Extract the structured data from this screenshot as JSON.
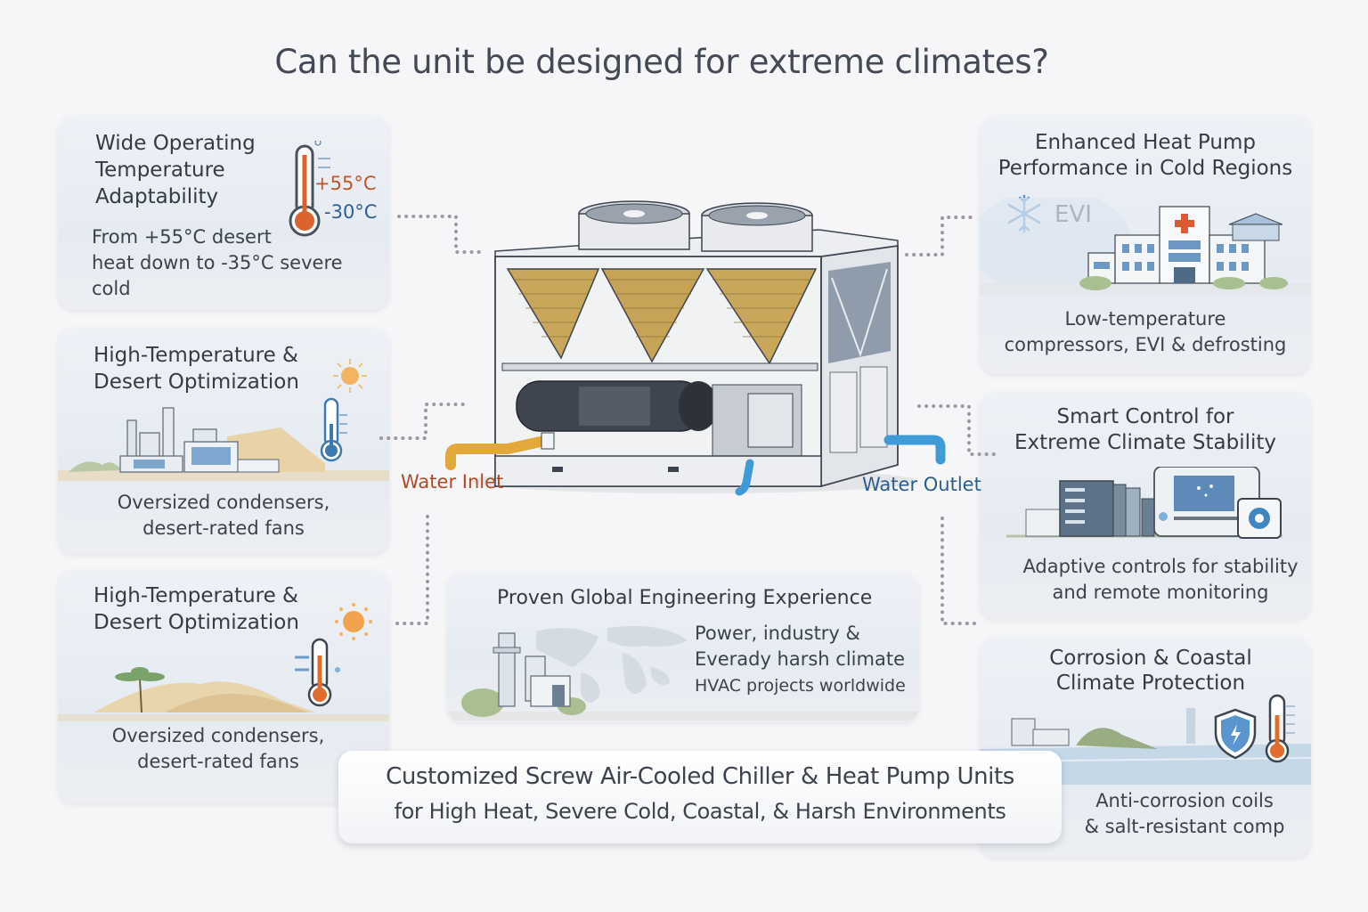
{
  "title": "Can the unit be designed for extreme climates?",
  "cards": {
    "wide_temp": {
      "heading": "Wide Operating Temperature Adaptability",
      "heading_lines": [
        "Wide Operating",
        "Temperature",
        "Adaptability"
      ],
      "body_lines": [
        "From +55°C desert",
        "heat down to -35°C severe",
        "cold"
      ],
      "temp_high": "+55°C",
      "temp_low": "-30°C",
      "icon": "thermometer-icon"
    },
    "desert_1": {
      "heading_lines": [
        "High-Temperature &",
        "Desert Optimization"
      ],
      "body_lines": [
        "Oversized condensers,",
        "desert-rated fans"
      ],
      "icons": [
        "sun-icon",
        "thermometer-icon",
        "factory-icon"
      ]
    },
    "desert_2": {
      "heading_lines": [
        "High-Temperature &",
        "Desert Optimization"
      ],
      "body_lines": [
        "Oversized condensers,",
        "desert-rated fans"
      ],
      "icons": [
        "sun-icon",
        "thermometer-icon",
        "palm-tree-icon",
        "dunes-icon"
      ]
    },
    "global": {
      "heading": "Proven Global Engineering Experience",
      "body_lines": [
        "Power, industry &",
        "Everady harsh climate",
        "HVAC projects worldwide"
      ],
      "icons": [
        "world-map-icon",
        "power-plant-icon"
      ]
    },
    "cold": {
      "heading_lines": [
        "Enhanced Heat Pump",
        "Performance in Cold Regions"
      ],
      "badge": "EVI",
      "body_lines": [
        "Low-temperature",
        "compressors, EVI & defrosting"
      ],
      "icons": [
        "snowflake-icon",
        "hospital-icon"
      ]
    },
    "smart": {
      "heading_lines": [
        "Smart Control for",
        "Extreme Climate Stability"
      ],
      "body_lines": [
        "Adaptive controls for stability",
        "and remote monitoring"
      ],
      "icons": [
        "server-rack-icon",
        "monitor-icon",
        "controller-icon"
      ]
    },
    "coastal": {
      "heading_lines": [
        "Corrosion & Coastal",
        "Climate Protection"
      ],
      "body_lines": [
        "Anti-corrosion coils",
        "& salt-resistant comp"
      ],
      "icons": [
        "shield-icon",
        "thermometer-icon",
        "coastline-icon"
      ]
    }
  },
  "unit": {
    "name": "Screw air-cooled chiller",
    "water_inlet": "Water Inlet",
    "water_outlet": "Water Outlet",
    "colors": {
      "inlet_pipe": "#e3a83a",
      "outlet_pipe": "#3f9ad8",
      "coil": "#c9a655"
    }
  },
  "banner": {
    "line1": "Customized Screw Air-Cooled Chiller & Heat Pump Units",
    "line2": "for High Heat, Severe Cold, Coastal, & Harsh Environments"
  },
  "colors": {
    "hot": "#cc5a2c",
    "cold": "#2f6aa3",
    "text": "#3a414b",
    "connector": "#9a9aa0"
  }
}
